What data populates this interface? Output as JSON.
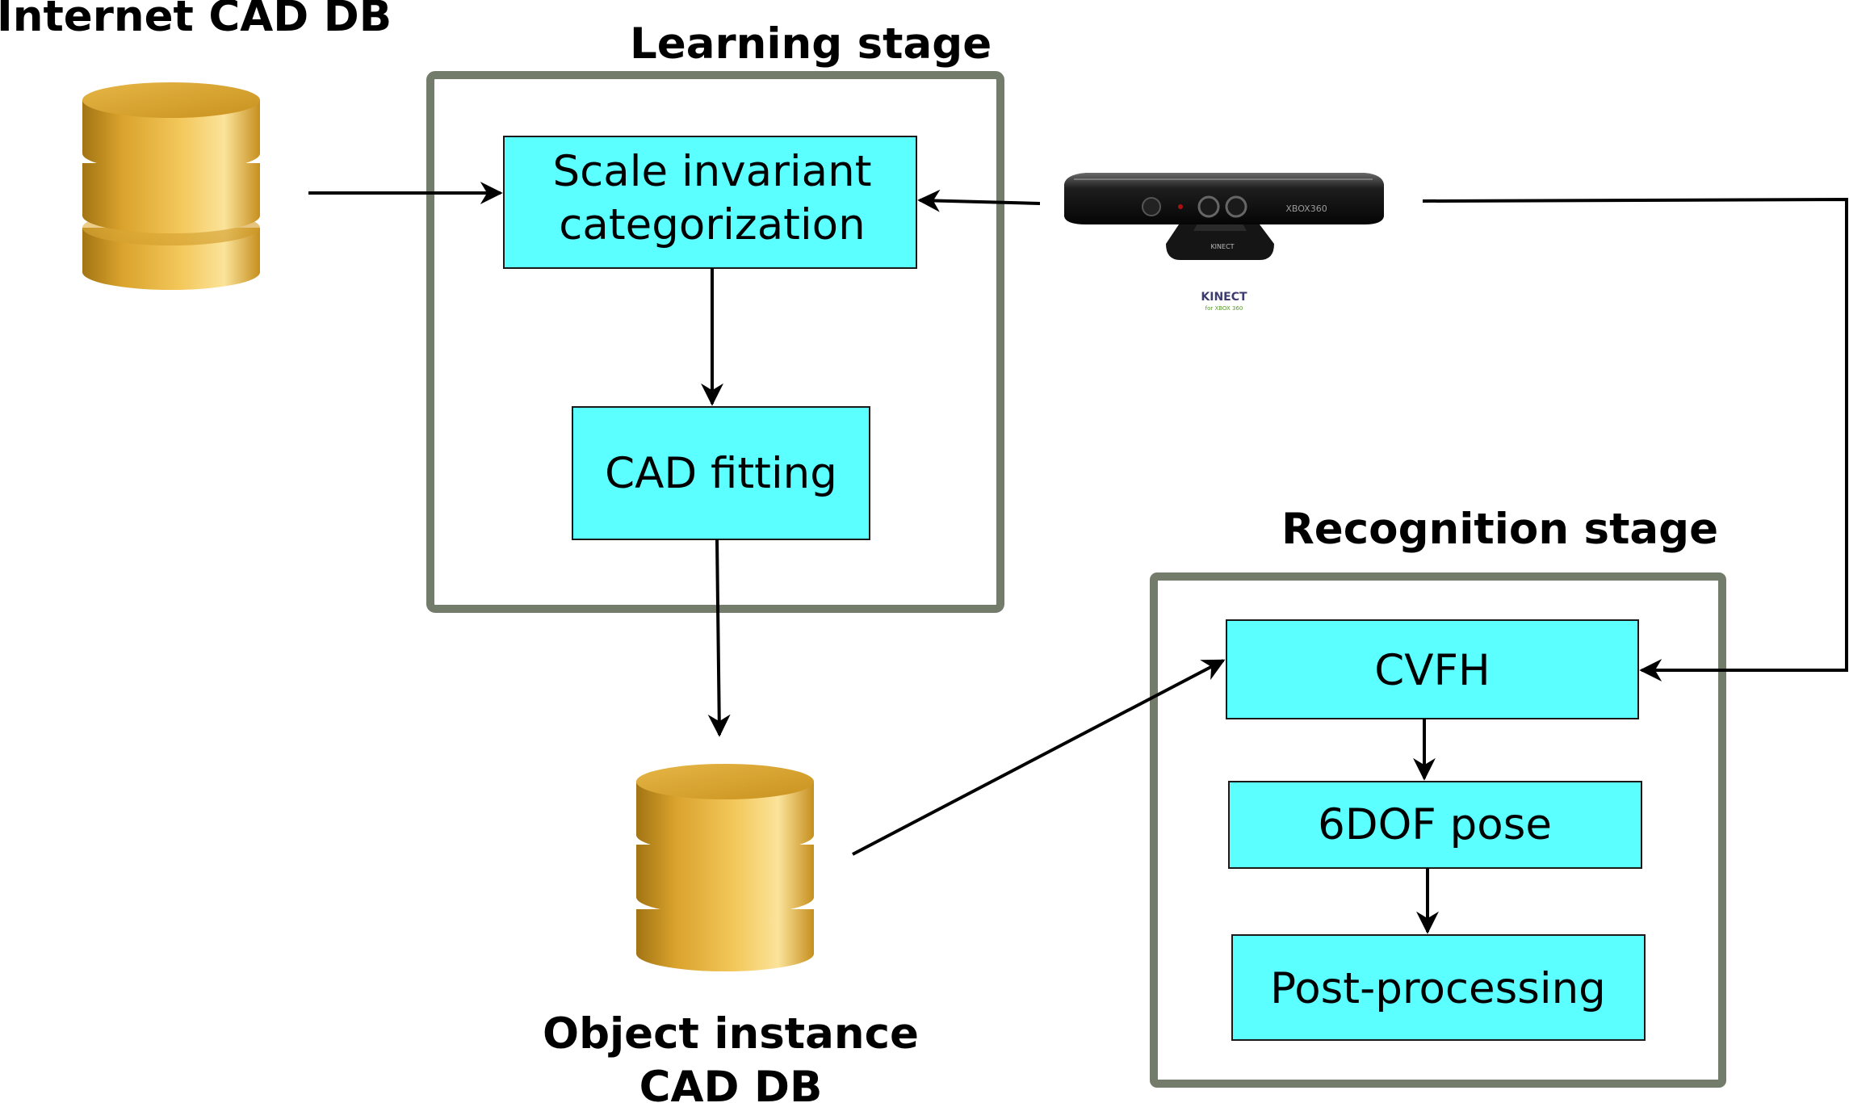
{
  "labels": {
    "internet_db": "Internet CAD DB",
    "learning_stage": "Learning stage",
    "recognition_stage": "Recognition stage",
    "object_db_line1": "Object instance",
    "object_db_line2": "CAD DB"
  },
  "boxes": {
    "scale_line1": "Scale invariant",
    "scale_line2": "categorization",
    "cad_fitting": "CAD fitting",
    "cvfh": "CVFH",
    "pose": "6DOF pose",
    "post_processing": "Post-processing"
  },
  "kinect": {
    "device_text": "XBOX360",
    "front_badge": "KINECT",
    "logo_text": "KINECT",
    "logo_subtext": "for XBOX 360"
  },
  "colors": {
    "box_fill": "#5cffff",
    "frame": "#737c6b",
    "db_gold": "#e8b43c",
    "db_light": "#f8dc84",
    "db_dark": "#b07e16"
  }
}
